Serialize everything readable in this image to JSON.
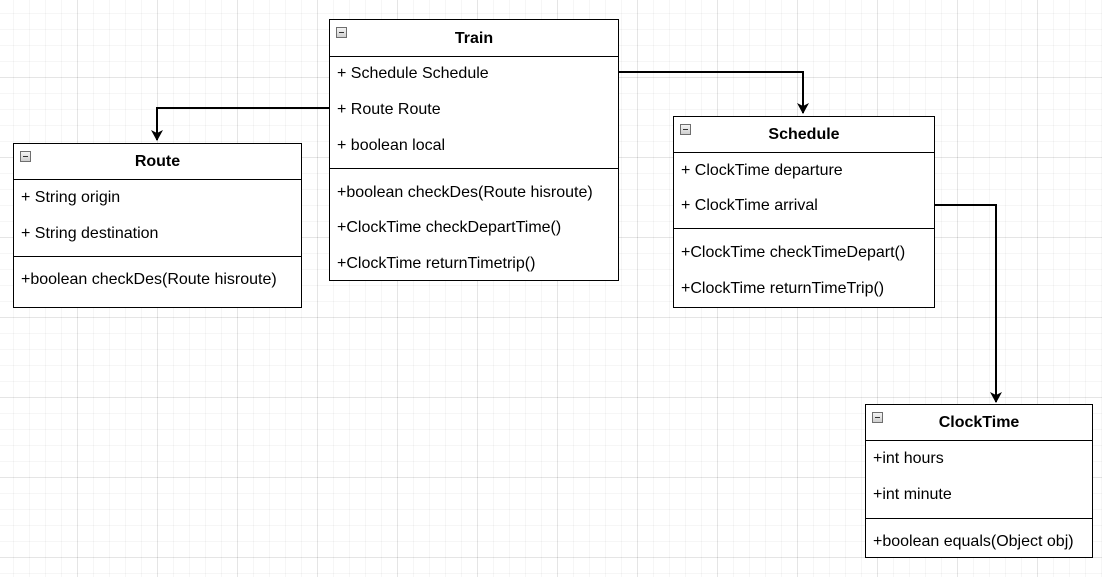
{
  "diagram": {
    "classes": [
      {
        "id": "train",
        "title": "Train",
        "attributes": [
          "+ Schedule Schedule",
          "+ Route Route",
          "+ boolean local"
        ],
        "methods": [
          "+boolean checkDes(Route hisroute)",
          "+ClockTime checkDepartTime()",
          "+ClockTime returnTimetrip()"
        ]
      },
      {
        "id": "route",
        "title": "Route",
        "attributes": [
          "+ String origin",
          "+ String destination"
        ],
        "methods": [
          "+boolean checkDes(Route hisroute)"
        ]
      },
      {
        "id": "schedule",
        "title": "Schedule",
        "attributes": [
          "+ ClockTime departure",
          "+ ClockTime arrival"
        ],
        "methods": [
          "+ClockTime checkTimeDepart()",
          "+ClockTime returnTimeTrip()"
        ]
      },
      {
        "id": "clocktime",
        "title": "ClockTime",
        "attributes": [
          "+int hours",
          "+int minute"
        ],
        "methods": [
          "+boolean equals(Object obj)"
        ]
      }
    ],
    "connections": [
      {
        "from": "train",
        "to": "route"
      },
      {
        "from": "train",
        "to": "schedule"
      },
      {
        "from": "schedule",
        "to": "clocktime"
      }
    ],
    "colors": {
      "stroke": "#000000",
      "fill": "#ffffff"
    }
  }
}
